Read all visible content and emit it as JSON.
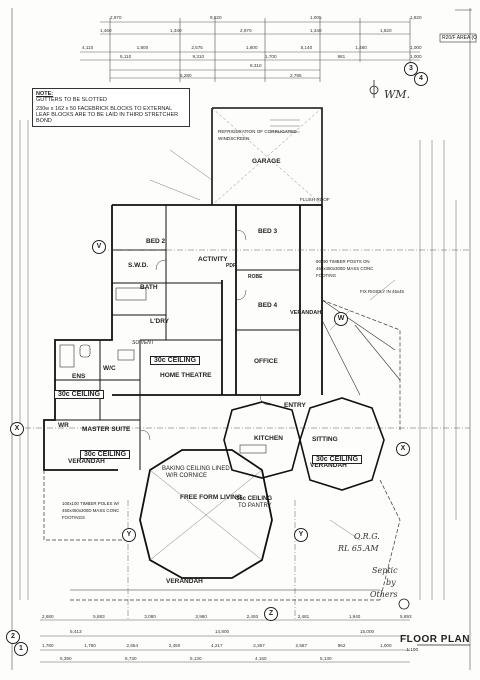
{
  "note": {
    "heading": "NOTE:",
    "items": [
      "GUTTERS TO BE SLOTTED",
      "230w x 162 x 50 FACEBRICK BLOCKS TO EXTERNAL LEAF BLOCKS ARE TO BE LAID IN THIRD STRETCHER BOND"
    ]
  },
  "rooms": {
    "garage": "GARAGE",
    "bed2": "BED 2",
    "bed3": "BED 3",
    "bed4": "BED 4",
    "activity": "ACTIVITY",
    "swd": "S.W.D.",
    "bath": "BATH",
    "ldry": "L'DRY",
    "ens": "ENS",
    "wr": "WR",
    "office": "OFFICE",
    "home_theatre": "HOME THEATRE",
    "master_suite": "MASTER SUITE",
    "kitchen": "KITCHEN",
    "sitting": "SITTING",
    "free_form_living": "FREE FORM LIVING",
    "verandah_left": "VERANDAH",
    "verandah_right": "VERANDAH",
    "verandah_bottom": "VERANDAH",
    "entry": "ENTRY",
    "verandah_side": "VERANDAH",
    "wc": "W/C",
    "pdr": "PDR",
    "rob": "ROBE"
  },
  "ceilings": {
    "home_theatre": "30c CEILING",
    "ens": "30c CEILING",
    "master": "30c CEILING",
    "sitting": "30c CEILING",
    "living": "35c CEILING",
    "living_sub": "TO PANTRY"
  },
  "labels": {
    "baking": "BAKING CEILING LINED",
    "baking_sub": "W/R CORNICE",
    "refrig": "REFRIGERATION OF CORRUGATED WINDSCREEN",
    "fl_roof": "FLUSH ROOF",
    "verandah_fix": "FIX RIGIDLY IN 45x45",
    "post": "90x90 TIMBER POSTS ON 450x450x300D MASS CONC FOOTING",
    "post2": "100x100 TIMBER POLES W/ 450x450x300D MASS CONC FOOTINGS",
    "septic": "SEPTIC BY OTHERS",
    "orig": "O.R.G.",
    "rl": "RL 65.AM",
    "so_vent": "SO VENT",
    "area_tag": "R20/F AREA (O",
    "wm": "WM."
  },
  "markers": {
    "a": "3",
    "b": "4",
    "c": "2",
    "d": "1",
    "v": "V",
    "x1": "X",
    "x2": "X",
    "w": "W",
    "y1": "Y",
    "y2": "Y",
    "z": "Z"
  },
  "title_block": {
    "title": "FLOOR PLAN",
    "scale": "1:100"
  },
  "dims": {
    "top1": [
      "2,970",
      "9,820",
      "1,005",
      "1,820"
    ],
    "top2": [
      "1,460",
      "1,340",
      "2,970",
      "1,340",
      "1,820"
    ],
    "top3": [
      "4,110",
      "1,800",
      "2,575",
      "1,800",
      "5,140",
      "1,460",
      "1,000"
    ],
    "top4": [
      "5,110",
      "9,310",
      "1,700",
      "981",
      "1,000"
    ],
    "top5": [
      "8,310"
    ],
    "top6": [
      "5,280",
      "2,795"
    ],
    "bot1": [
      "2,680",
      "5,883",
      "3,080",
      "3,980",
      "2,493",
      "2,481",
      "1,940",
      "5,893"
    ],
    "bot2": [
      "5,413",
      "14,800",
      "15,000"
    ],
    "bot3": [
      "1,780",
      "1,780",
      "2,654",
      "2,450",
      "4,217",
      "2,367",
      "2,587",
      "962",
      "1,000"
    ],
    "bot4": [
      "5,390",
      "5,730",
      "5,130",
      "4,160",
      "5,130"
    ]
  },
  "hand": {
    "septic_a": "Septic",
    "septic_b": "by",
    "septic_c": "Others"
  }
}
